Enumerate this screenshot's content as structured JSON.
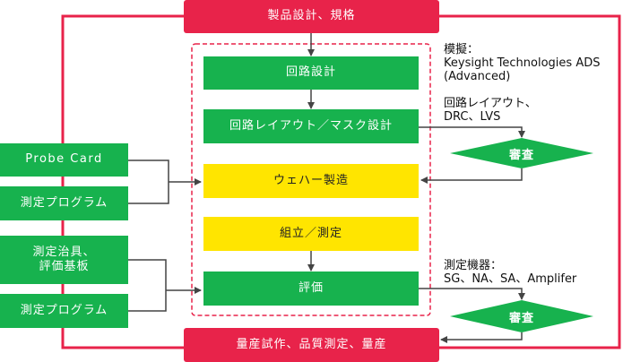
{
  "top_box": "製品設計、規格",
  "bottom_box": "量産試作、品質測定、量産",
  "flow": {
    "step1": "回路設計",
    "step2": "回路レイアウト／マスク設計",
    "step3": "ウェハー製造",
    "step4": "組立／測定",
    "step5": "評価"
  },
  "inputs": {
    "probe_card": "Probe Card",
    "test_program_1": "測定プログラム",
    "fixture_line1": "測定治具、",
    "fixture_line2": "評価基板",
    "test_program_2": "測定プログラム"
  },
  "review": {
    "review1": "審査",
    "review2": "審査"
  },
  "notes": {
    "tool_line1": "模擬：",
    "tool_line2": "Keysight Technologies ADS",
    "tool_line3": "(Advanced)",
    "layout_line1": "回路レイアウト、",
    "layout_line2": "DRC、LVS",
    "equip_line1": "測定機器：",
    "equip_line2": "SG、NA、SA、Amplifer"
  },
  "colors": {
    "red": "#e8234a",
    "green": "#17b24e",
    "yellow": "#ffe500",
    "arrow": "#444444"
  }
}
